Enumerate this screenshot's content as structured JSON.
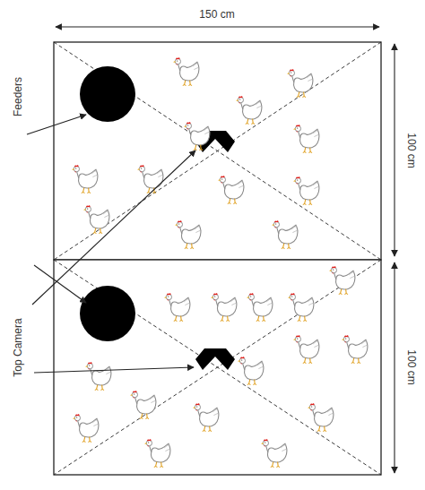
{
  "diagram": {
    "labels": [
      "150 cm",
      "100 cm",
      "100 cm",
      "Feeders",
      "Top Camera"
    ]
  }
}
